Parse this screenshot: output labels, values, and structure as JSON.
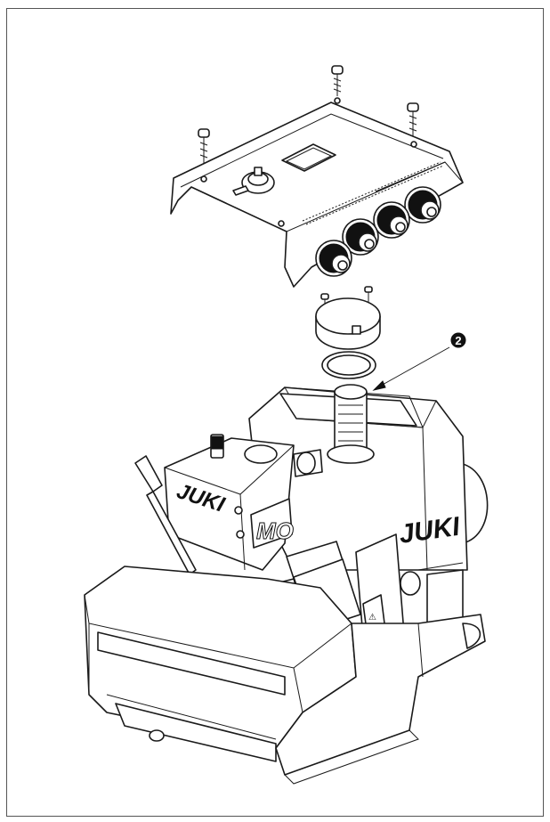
{
  "callout": {
    "number": "2"
  },
  "machine": {
    "brand_front": "JUKI",
    "brand_side": "JUKI",
    "model_badge": "MO"
  },
  "colors": {
    "ink": "#1a1a1a",
    "frame": "#555555",
    "paper": "#ffffff"
  }
}
